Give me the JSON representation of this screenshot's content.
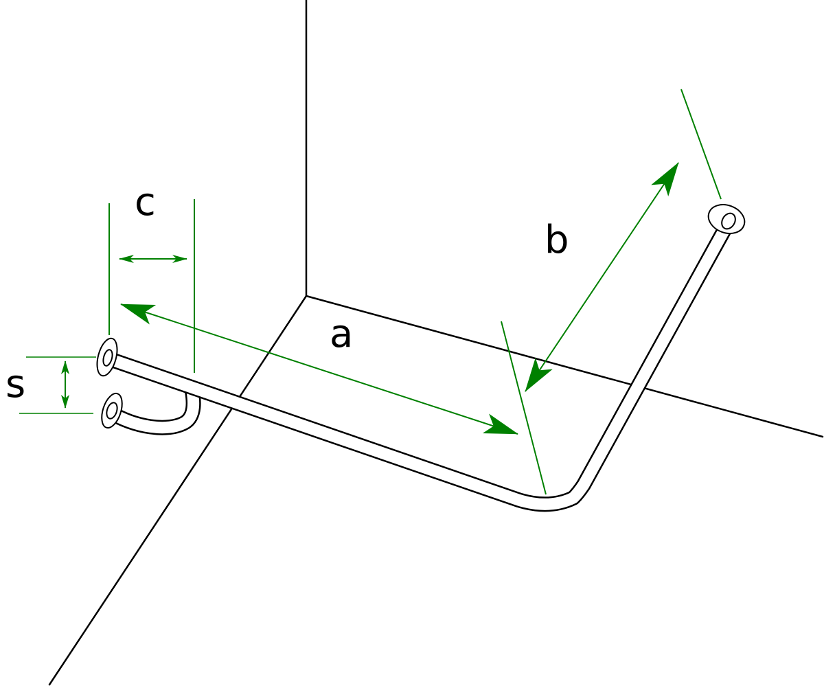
{
  "labels": {
    "a": "a",
    "b": "b",
    "c": "c",
    "s": "s"
  },
  "colors": {
    "dimension": "#008000",
    "outline": "#000000",
    "background": "#ffffff"
  }
}
